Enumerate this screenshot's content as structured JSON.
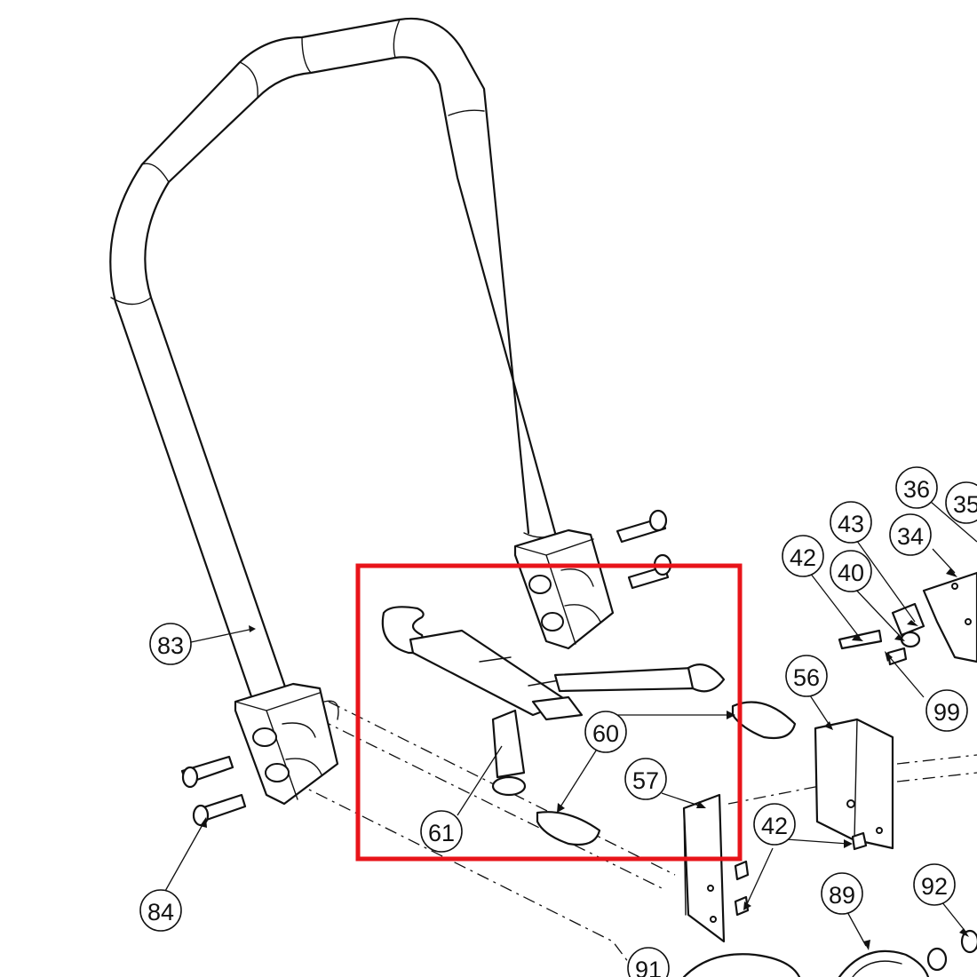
{
  "callouts": {
    "c83": "83",
    "c84": "84",
    "c61": "61",
    "c60": "60",
    "c57": "57",
    "c56": "56",
    "c42a": "42",
    "c42b": "42",
    "c43": "43",
    "c40": "40",
    "c36": "36",
    "c35": "35",
    "c34": "34",
    "c99": "99",
    "c89": "89",
    "c92": "92",
    "c91": "91"
  },
  "highlight": {
    "color": "#e8141a"
  }
}
